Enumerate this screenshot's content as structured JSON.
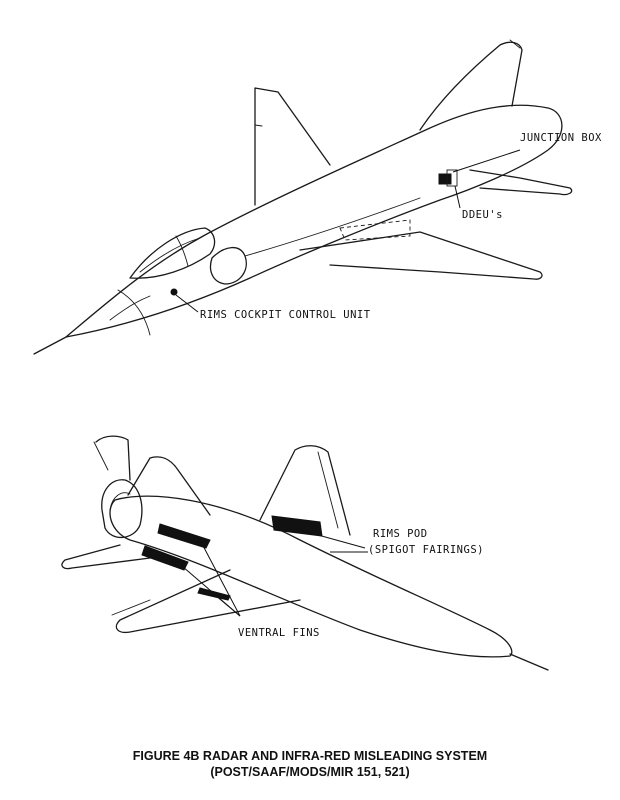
{
  "labels": {
    "junction_box": "JUNCTION BOX",
    "ddeus": "DDEU's",
    "cockpit_control_unit": "RIMS COCKPIT CONTROL UNIT",
    "rims_pod": "RIMS POD",
    "spigot_fairings": "(SPIGOT FAIRINGS)",
    "ventral_fins": "VENTRAL FINS"
  },
  "caption": {
    "line1": "FIGURE 4B RADAR AND INFRA-RED MISLEADING SYSTEM",
    "line2": "(POST/SAAF/MODS/MIR 151, 521)"
  }
}
